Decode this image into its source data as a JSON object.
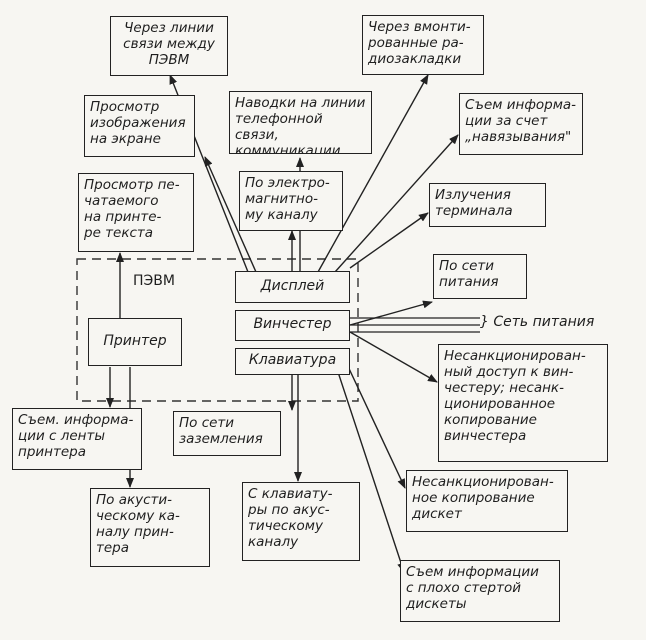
{
  "pc_label": "ПЭВМ",
  "power_network_label": "} Сеть питания",
  "components": {
    "display": "Дисплей",
    "hard_drive": "Винчестер",
    "keyboard": "Клавиатура",
    "printer": "Принтер"
  },
  "channels": {
    "comm_lines_between_pcs": "Через линии\nсвязи между\nПЭВМ",
    "embedded_radio_bugs": "Через вмонти-\nрованные ра-\nдиозакладки",
    "screen_viewing": "Просмотр\nизображения\nна экране",
    "phone_line_induction": "Наводки на линии\nтелефонной связи,\nкоммуникации",
    "imposition_removal": "Съем информа-\nции за счет\n„навязывания\"",
    "printed_text_viewing": "Просмотр пе-\nчатаемого\nна принте-\nре текста",
    "em_channel": "По электро-\nмагнитно-\nму каналу",
    "terminal_emission": "Излучения\nтерминала",
    "power_network": "По сети\nпитания",
    "unauthorized_disk_access": "Несанкционирован-\nный доступ к вин-\nчестеру; несанк-\nционированное\nкопирование\nвинчестера",
    "printer_ribbon_removal": "Съем. информа-\nции с ленты\nпринтера",
    "ground_network": "По сети\nзаземления",
    "floppy_copying": "Несанкционирован-\nное копирование\nдискет",
    "printer_acoustic": "По акусти-\nческому ка-\nналу прин-\nтера",
    "keyboard_acoustic": "С клавиату-\nры по акус-\nтическому\nканалу",
    "poorly_erased_floppy": "Съем информации\nс плохо стертой\nдискеты"
  }
}
